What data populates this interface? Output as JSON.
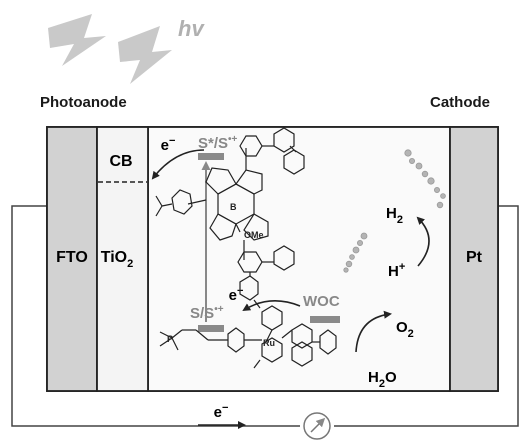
{
  "light": {
    "label": "hv",
    "icon": "lightning-bolt-icon"
  },
  "labels": {
    "photoanode": "Photoanode",
    "cathode": "Cathode",
    "fto": "FTO",
    "tio2": "TiO",
    "tio2_sub": "2",
    "cb": "CB",
    "pt": "Pt",
    "excited_state": "S*/S",
    "excited_state_sup": "•+",
    "ground_state": "S/S",
    "ground_state_sup": "•+",
    "electron_top": "e",
    "electron_mid": "e",
    "electron_circuit": "e",
    "electron_sup": "−",
    "woc": "WOC",
    "h2": "H",
    "h2_sub": "2",
    "hplus": "H",
    "hplus_sup": "+",
    "o2": "O",
    "o2_sub": "2",
    "h2o": "H",
    "h2o_sub": "2",
    "h2o_tail": "O",
    "boron": "B",
    "ruthenium": "Ru",
    "ome": "OMe",
    "phosphorus": "P"
  },
  "colors": {
    "electrode_fill": "#d2d2d2",
    "cell_fill": "#f2f2f2",
    "tio2_fill": "#f4f4f4",
    "bar_fill": "#8a8a8a",
    "bubble_fill": "#a8a8a8",
    "label_gray": "#888888",
    "line": "#222222",
    "molecule": "#222222"
  }
}
